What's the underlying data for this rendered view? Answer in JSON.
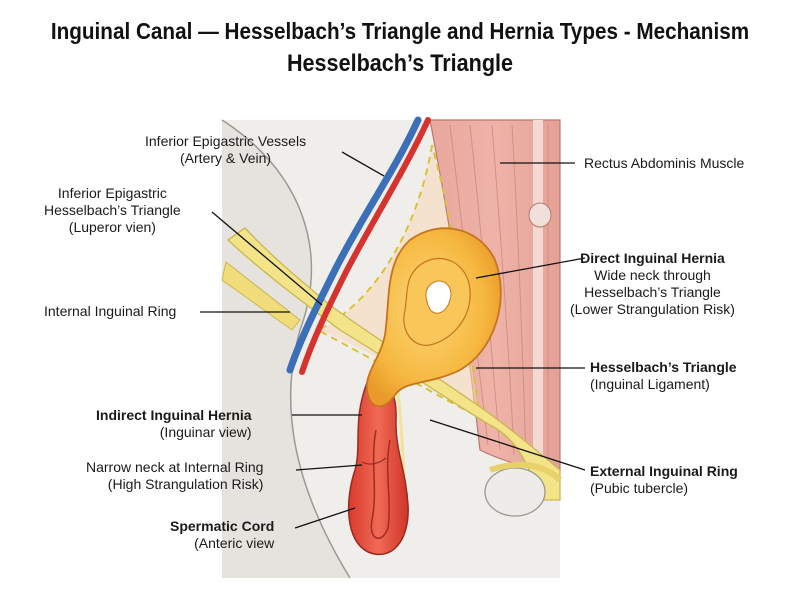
{
  "title": "Inguinal Canal — Hesselbach’s Triangle and Hernia Types - Mechanism",
  "subtitle": "Hesselbach’s Triangle",
  "labels": {
    "inf_epi_vessels": {
      "line1": "Inferior Epigastric Vessels",
      "line2": "(Artery & Vein)"
    },
    "inf_epi_triangle": {
      "line1": "Inferior Epigastric",
      "line2": "Hesselbach’s Triangle",
      "line3": "(Luperor vien)"
    },
    "internal_ring": {
      "line1": "Internal Inguinal Ring"
    },
    "indirect_hernia": {
      "line1": "Indirect Inguinal Hernia",
      "line2": "(Inguinar view)"
    },
    "narrow_neck": {
      "line1": "Narrow neck at Internal Ring",
      "line2": "(High Strangulation Risk)"
    },
    "spermatic_cord": {
      "line1": "Spermatic Cord",
      "line2": "(Anteric view"
    },
    "rectus": {
      "line1": "Rectus Abdominis Muscle"
    },
    "direct_hernia": {
      "line1": "Direct Inguinal Hernia",
      "line2": "Wide neck through",
      "line3": "Hesselbach’s Triangle",
      "line4": "(Lower Strangulation Risk)"
    },
    "hesselbach": {
      "line1": "Hesselbach’s Triangle",
      "line2": "(Inguinal Ligament)"
    },
    "external_ring": {
      "line1": "External Inguinal Ring",
      "line2": "(Pubic tubercle)"
    }
  },
  "colors": {
    "muscle": "#e8a59b",
    "artery": "#d6332f",
    "vein": "#3b6fb8",
    "hernia_sac": "#f6b840",
    "indirect_sac": "#e04a3a",
    "ligament": "#f3e389",
    "background_tissue": "#eeece9"
  }
}
